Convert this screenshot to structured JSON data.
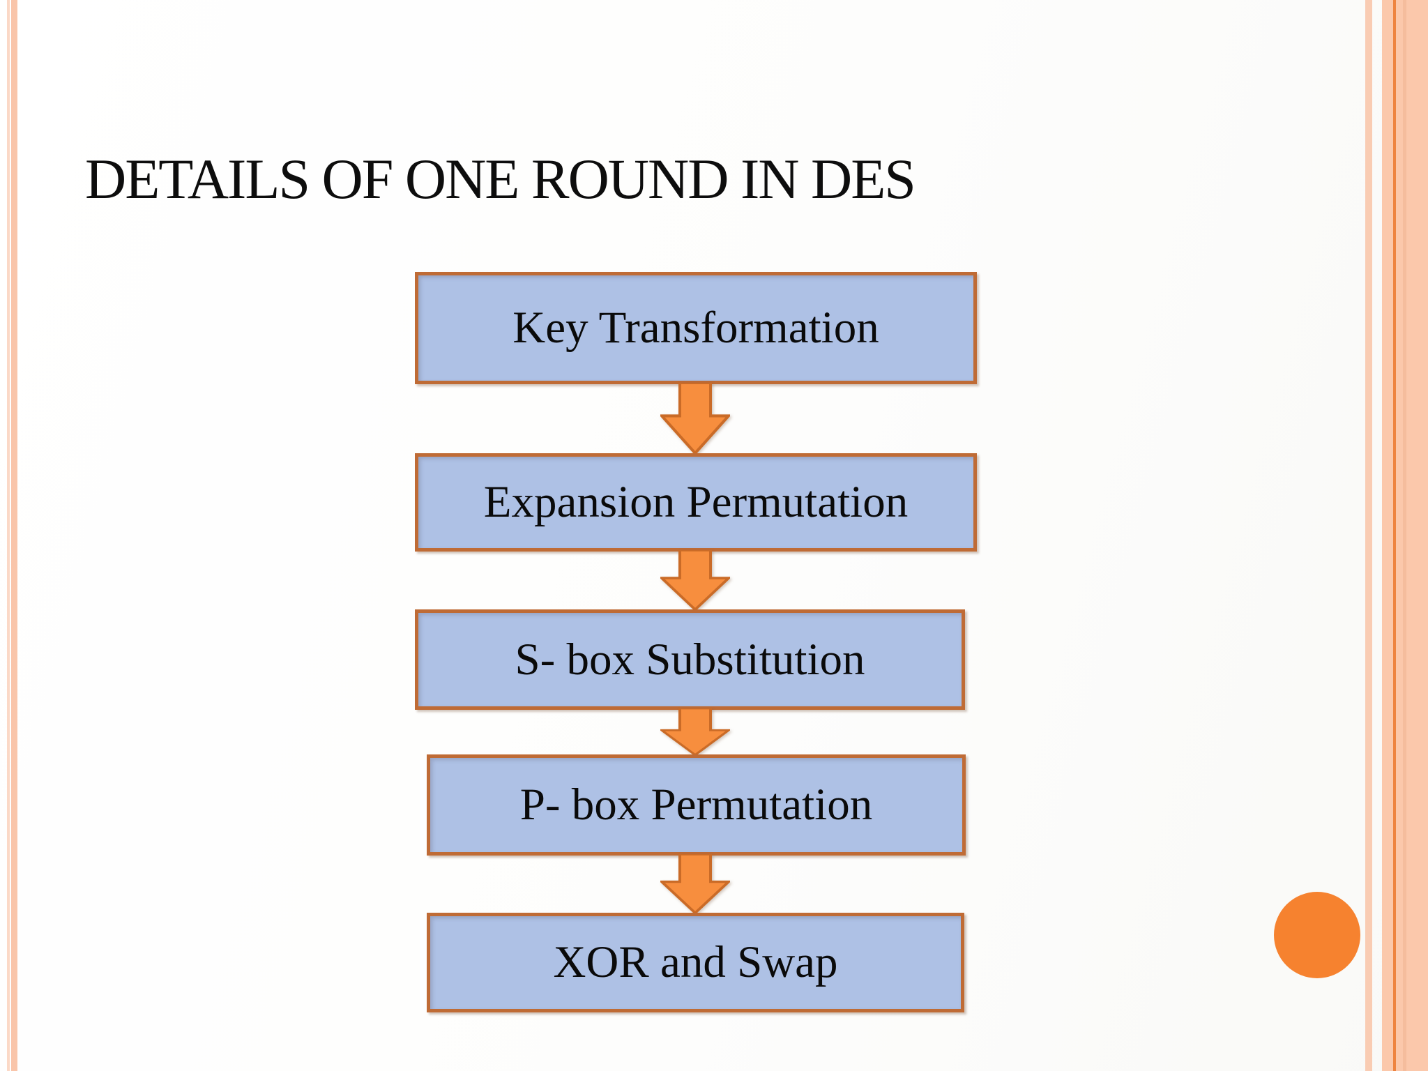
{
  "slide": {
    "title": "DETAILS OF ONE ROUND IN DES"
  },
  "flowchart": {
    "steps": [
      {
        "label": "Key Transformation"
      },
      {
        "label": "Expansion Permutation"
      },
      {
        "label": "S- box Substitution"
      },
      {
        "label": "P- box Permutation"
      },
      {
        "label": "XOR and Swap"
      }
    ],
    "connector": "down-block-arrow"
  },
  "theme": {
    "box_fill": "#aec1e5",
    "box_border": "#bf6b35",
    "arrow_fill": "#f78e3e",
    "arrow_border": "#ca6b27",
    "accent_circle": "#f6822f",
    "side_stripe_light": "#f9c6ab",
    "side_stripe_dark_line": "#ee8440",
    "title_color": "#0d0d0d"
  }
}
